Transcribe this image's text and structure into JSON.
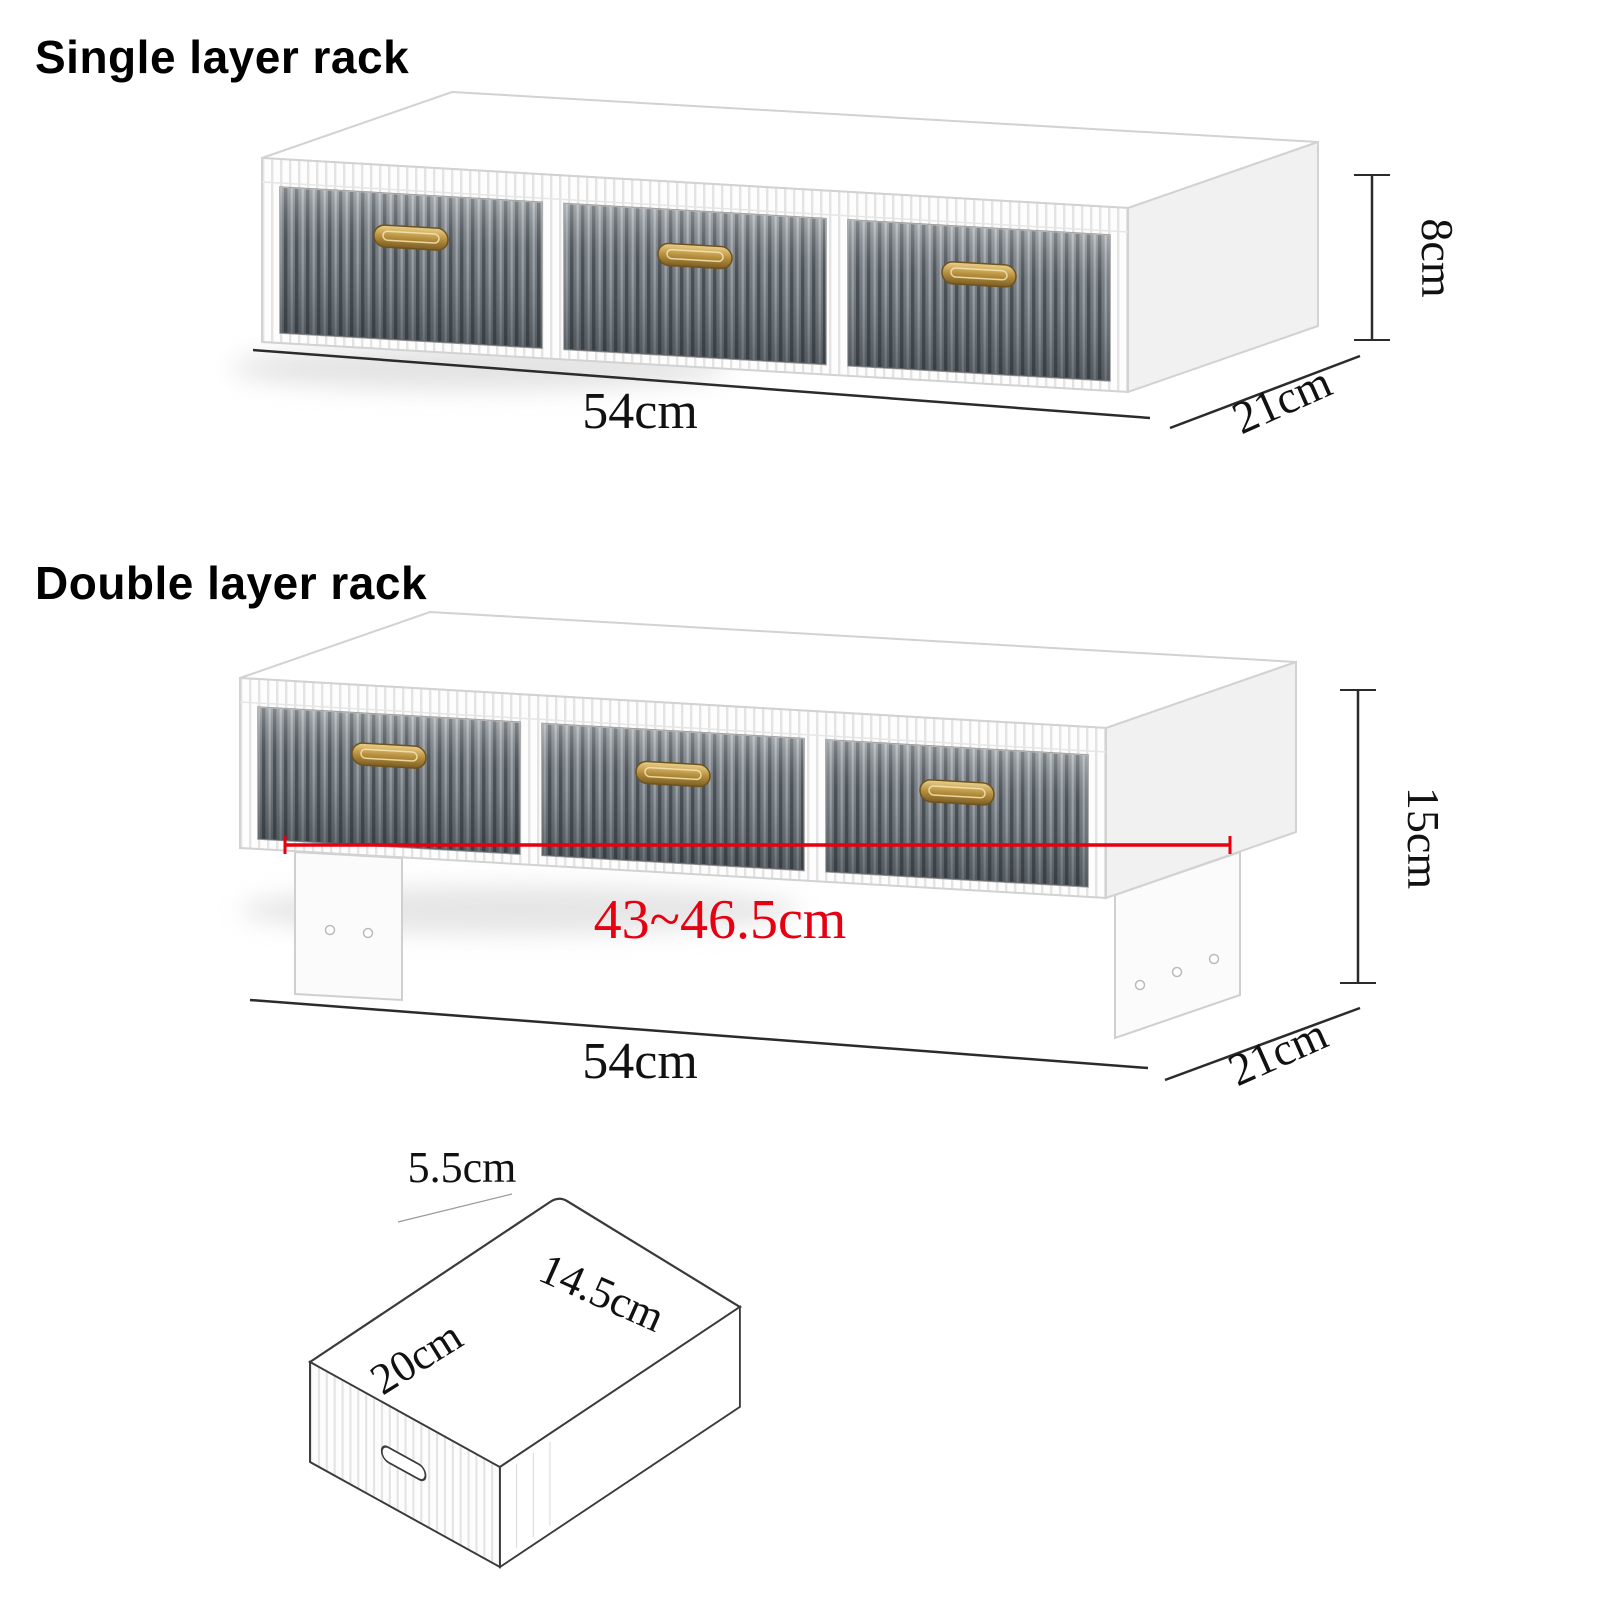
{
  "titles": {
    "single": "Single layer rack",
    "double": "Double layer rack"
  },
  "single": {
    "height": "8cm",
    "width": "54cm",
    "depth": "21cm"
  },
  "double": {
    "height": "15cm",
    "width": "54cm",
    "depth": "21cm",
    "mount_width": "43~46.5cm"
  },
  "drawer": {
    "side_height": "5.5cm",
    "width": "14.5cm",
    "length": "20cm"
  },
  "colors": {
    "accent_red": "#e60012",
    "gold": "#b8913f",
    "glass": "#6b7278",
    "line": "#2b2b2b",
    "text": "#111111"
  }
}
